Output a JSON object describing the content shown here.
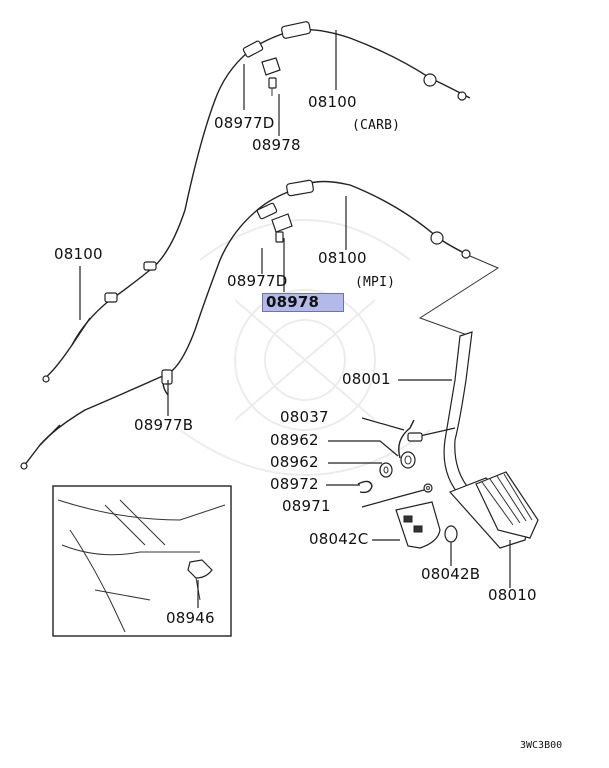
{
  "callouts": {
    "c08100_carb": "08100",
    "carb_note": "(CARB)",
    "c08977d_top": "08977D",
    "c08978_top": "08978",
    "c08100_left": "08100",
    "c08100_mpi": "08100",
    "mpi_note": "(MPI)",
    "c08977d_mid": "08977D",
    "c08978_mid": "08978",
    "c08001": "08001",
    "c08977b": "08977B",
    "c08037": "08037",
    "c08962_a": "08962",
    "c08962_b": "08962",
    "c08972": "08972",
    "c08971": "08971",
    "c08042c": "08042C",
    "c08042b": "08042B",
    "c08010": "08010",
    "c08946": "08946"
  },
  "diagram_code": "3WC3B00",
  "highlight_color": "#b3b9e8"
}
